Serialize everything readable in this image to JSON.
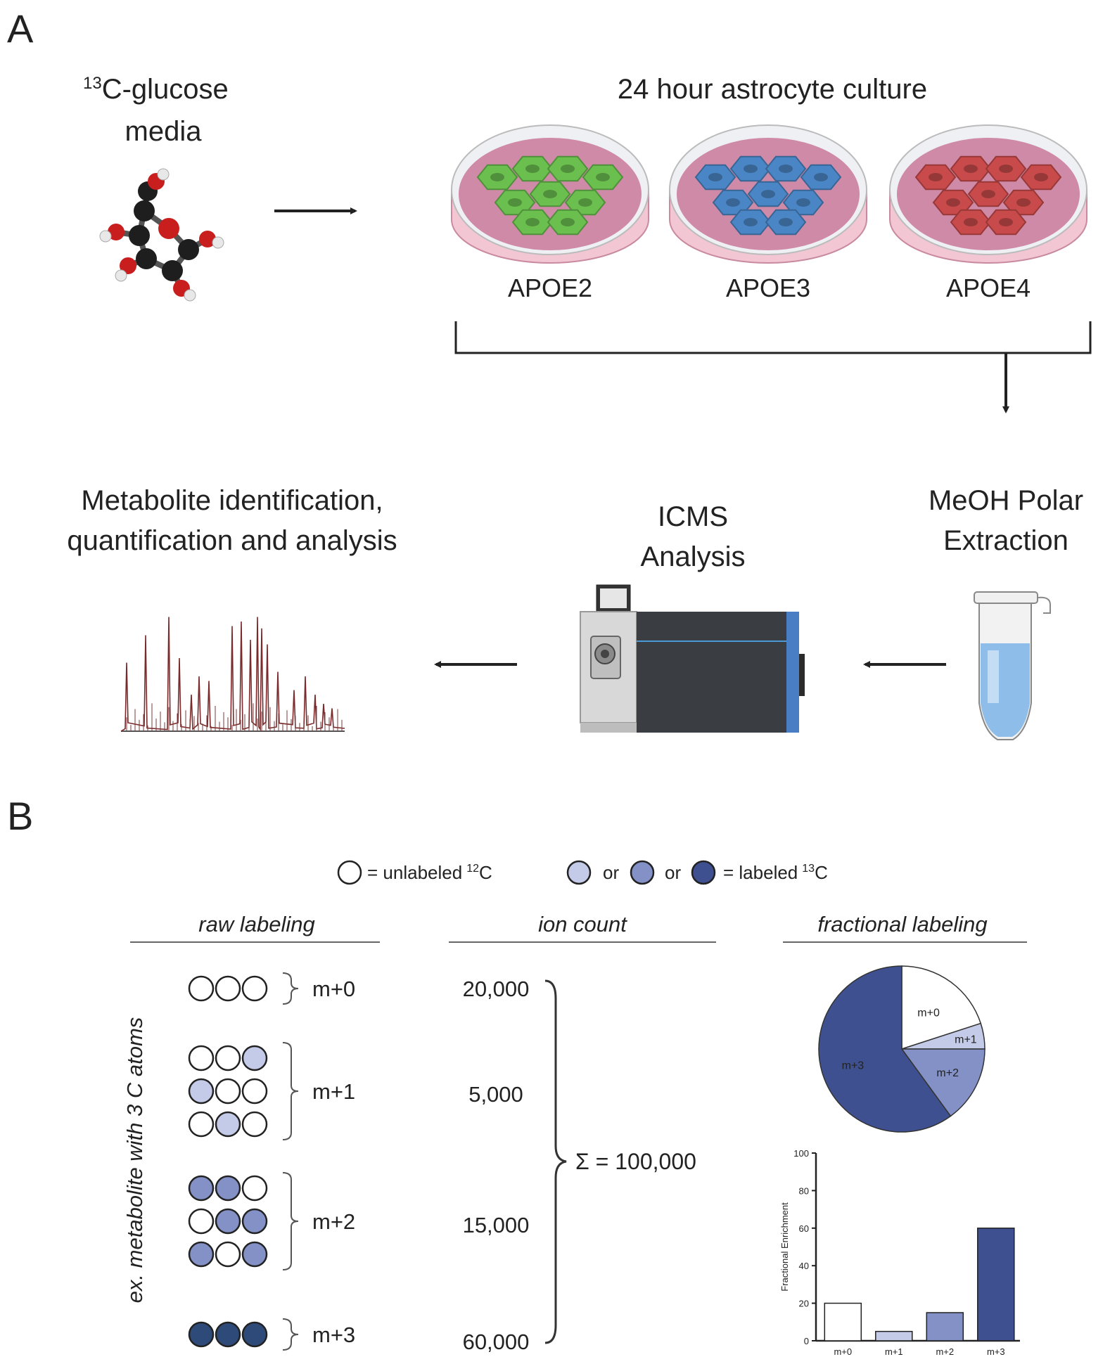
{
  "panel_a": {
    "letter": "A",
    "glucose_label_sup": "13",
    "glucose_label_main": "C-glucose",
    "glucose_label_line2": "media",
    "culture_title": "24 hour astrocyte culture",
    "dishes": [
      {
        "label": "APOE2",
        "color": "#6bbf4e"
      },
      {
        "label": "APOE3",
        "color": "#4a86c5"
      },
      {
        "label": "APOE4",
        "color": "#c94a4a"
      }
    ],
    "extraction_line1": "MeOH Polar",
    "extraction_line2": "Extraction",
    "icms_line1": "ICMS",
    "icms_line2": "Analysis",
    "metabolite_line1": "Metabolite identification,",
    "metabolite_line2": "quantification and analysis"
  },
  "panel_b": {
    "letter": "B",
    "legend_unlabeled": "= unlabeled",
    "legend_unlabeled_sup": "12",
    "legend_unlabeled_elem": "C",
    "legend_or": "or",
    "legend_labeled": "= labeled",
    "legend_labeled_sup": "13",
    "legend_labeled_elem": "C",
    "col_raw": "raw labeling",
    "col_ion": "ion count",
    "col_frac": "fractional labeling",
    "side_label": "ex. metabolite with 3 C atoms",
    "isotopologues": [
      {
        "label": "m+0",
        "count": "20,000"
      },
      {
        "label": "m+1",
        "count": "5,000"
      },
      {
        "label": "m+2",
        "count": "15,000"
      },
      {
        "label": "m+3",
        "count": "60,000"
      }
    ],
    "sum_label": "Σ = 100,000",
    "colors": {
      "m0": "#ffffff",
      "m1": "#c3cbe8",
      "m2": "#8391c6",
      "m3": "#3f5090",
      "m3_dots": "#2e4a78"
    }
  },
  "chart_data": [
    {
      "type": "pie",
      "categories": [
        "m+0",
        "m+1",
        "m+2",
        "m+3"
      ],
      "values": [
        20,
        5,
        15,
        60
      ]
    },
    {
      "type": "bar",
      "categories": [
        "m+0",
        "m+1",
        "m+2",
        "m+3"
      ],
      "values": [
        20,
        5,
        15,
        60
      ],
      "ylabel": "Fractional Enrichment",
      "ylim": [
        0,
        100
      ],
      "yticks": [
        "0",
        "20",
        "40",
        "60",
        "80",
        "100"
      ]
    }
  ]
}
